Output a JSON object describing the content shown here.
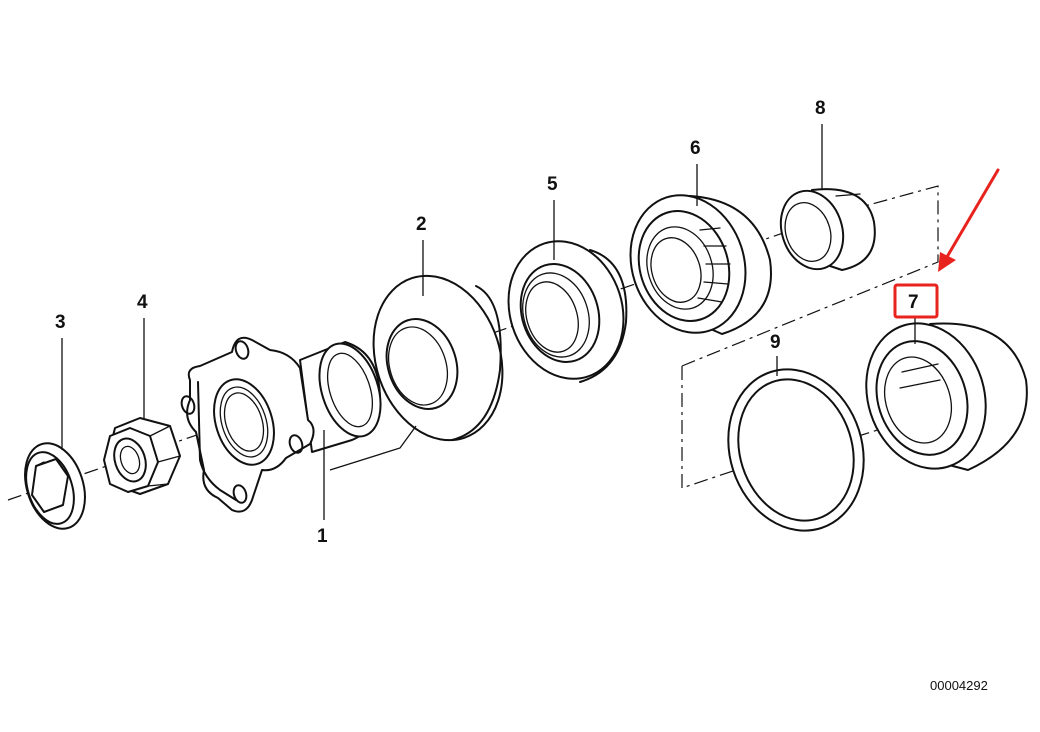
{
  "diagram": {
    "callouts": [
      {
        "id": "1",
        "label": "1"
      },
      {
        "id": "2",
        "label": "2"
      },
      {
        "id": "3",
        "label": "3"
      },
      {
        "id": "4",
        "label": "4"
      },
      {
        "id": "5",
        "label": "5"
      },
      {
        "id": "6",
        "label": "6"
      },
      {
        "id": "7",
        "label": "7"
      },
      {
        "id": "8",
        "label": "8"
      },
      {
        "id": "9",
        "label": "9"
      }
    ],
    "figure_number": "00004292",
    "highlighted_callout": "7",
    "highlight_color": "#e8231e"
  }
}
